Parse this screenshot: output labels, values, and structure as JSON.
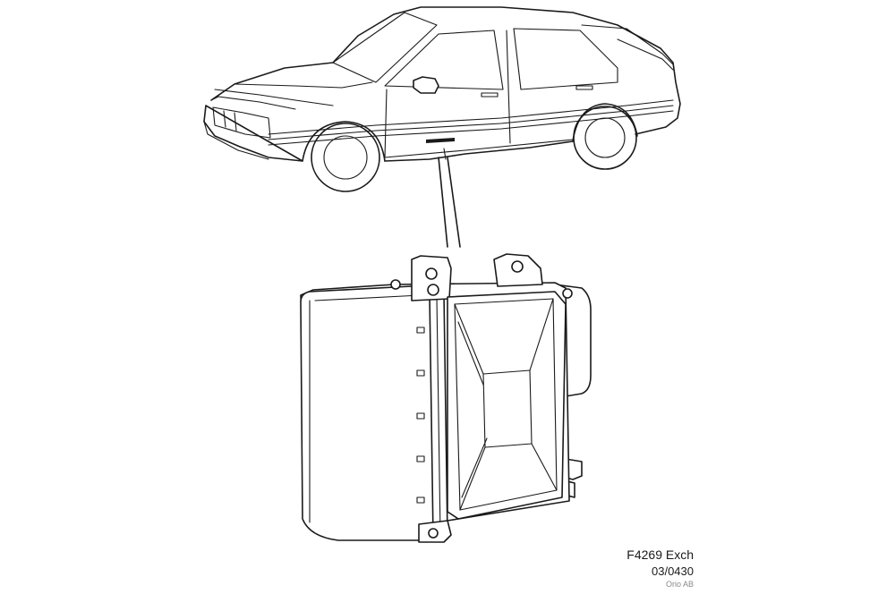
{
  "caption": {
    "code": "F4269 Exch",
    "date": "03/0430",
    "owner": "Orio AB"
  },
  "colors": {
    "line": "#1a1a1a",
    "background": "#ffffff",
    "owner_text": "#8a8a8a"
  }
}
